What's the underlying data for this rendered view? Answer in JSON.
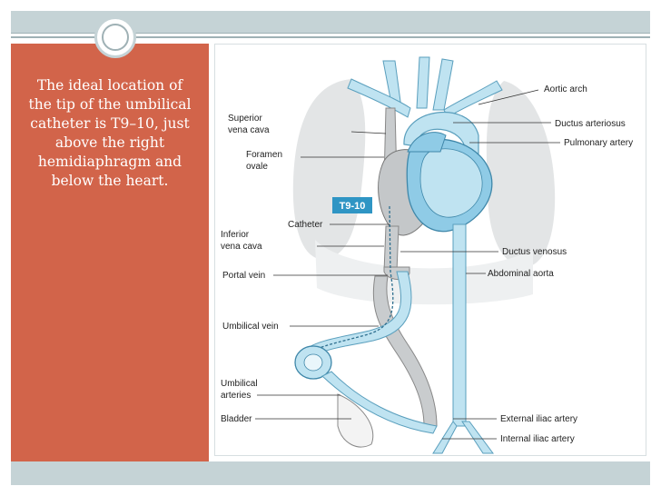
{
  "caption": "The ideal location of the tip of the umbilical catheter is T9–10, just above the right hemidiaphragm and below the heart.",
  "diagram": {
    "vertebra_label": "T9-10",
    "labels": {
      "aortic_arch": "Aortic arch",
      "superior_vena_cava_1": "Superior",
      "superior_vena_cava_2": "vena cava",
      "ductus_arteriosus": "Ductus arteriosus",
      "pulmonary_artery": "Pulmonary artery",
      "foramen_ovale_1": "Foramen",
      "foramen_ovale_2": "ovale",
      "catheter": "Catheter",
      "inferior_vena_cava_1": "Inferior",
      "inferior_vena_cava_2": "vena cava",
      "ductus_venosus": "Ductus venosus",
      "portal_vein": "Portal vein",
      "abdominal_aorta": "Abdominal aorta",
      "umbilical_vein": "Umbilical vein",
      "umbilical_arteries_1": "Umbilical",
      "umbilical_arteries_2": "arteries",
      "bladder": "Bladder",
      "external_iliac_artery": "External iliac artery",
      "internal_iliac_artery": "Internal iliac artery"
    }
  },
  "colors": {
    "panel": "#d2644a",
    "band": "#c5d3d6",
    "vessel_blue": "#bfe3f1",
    "vessel_outline": "#5a9fbd",
    "vein_gray": "#c9ccce",
    "lung_gray": "#e3e5e6",
    "t9_badge": "#2f95c4"
  }
}
